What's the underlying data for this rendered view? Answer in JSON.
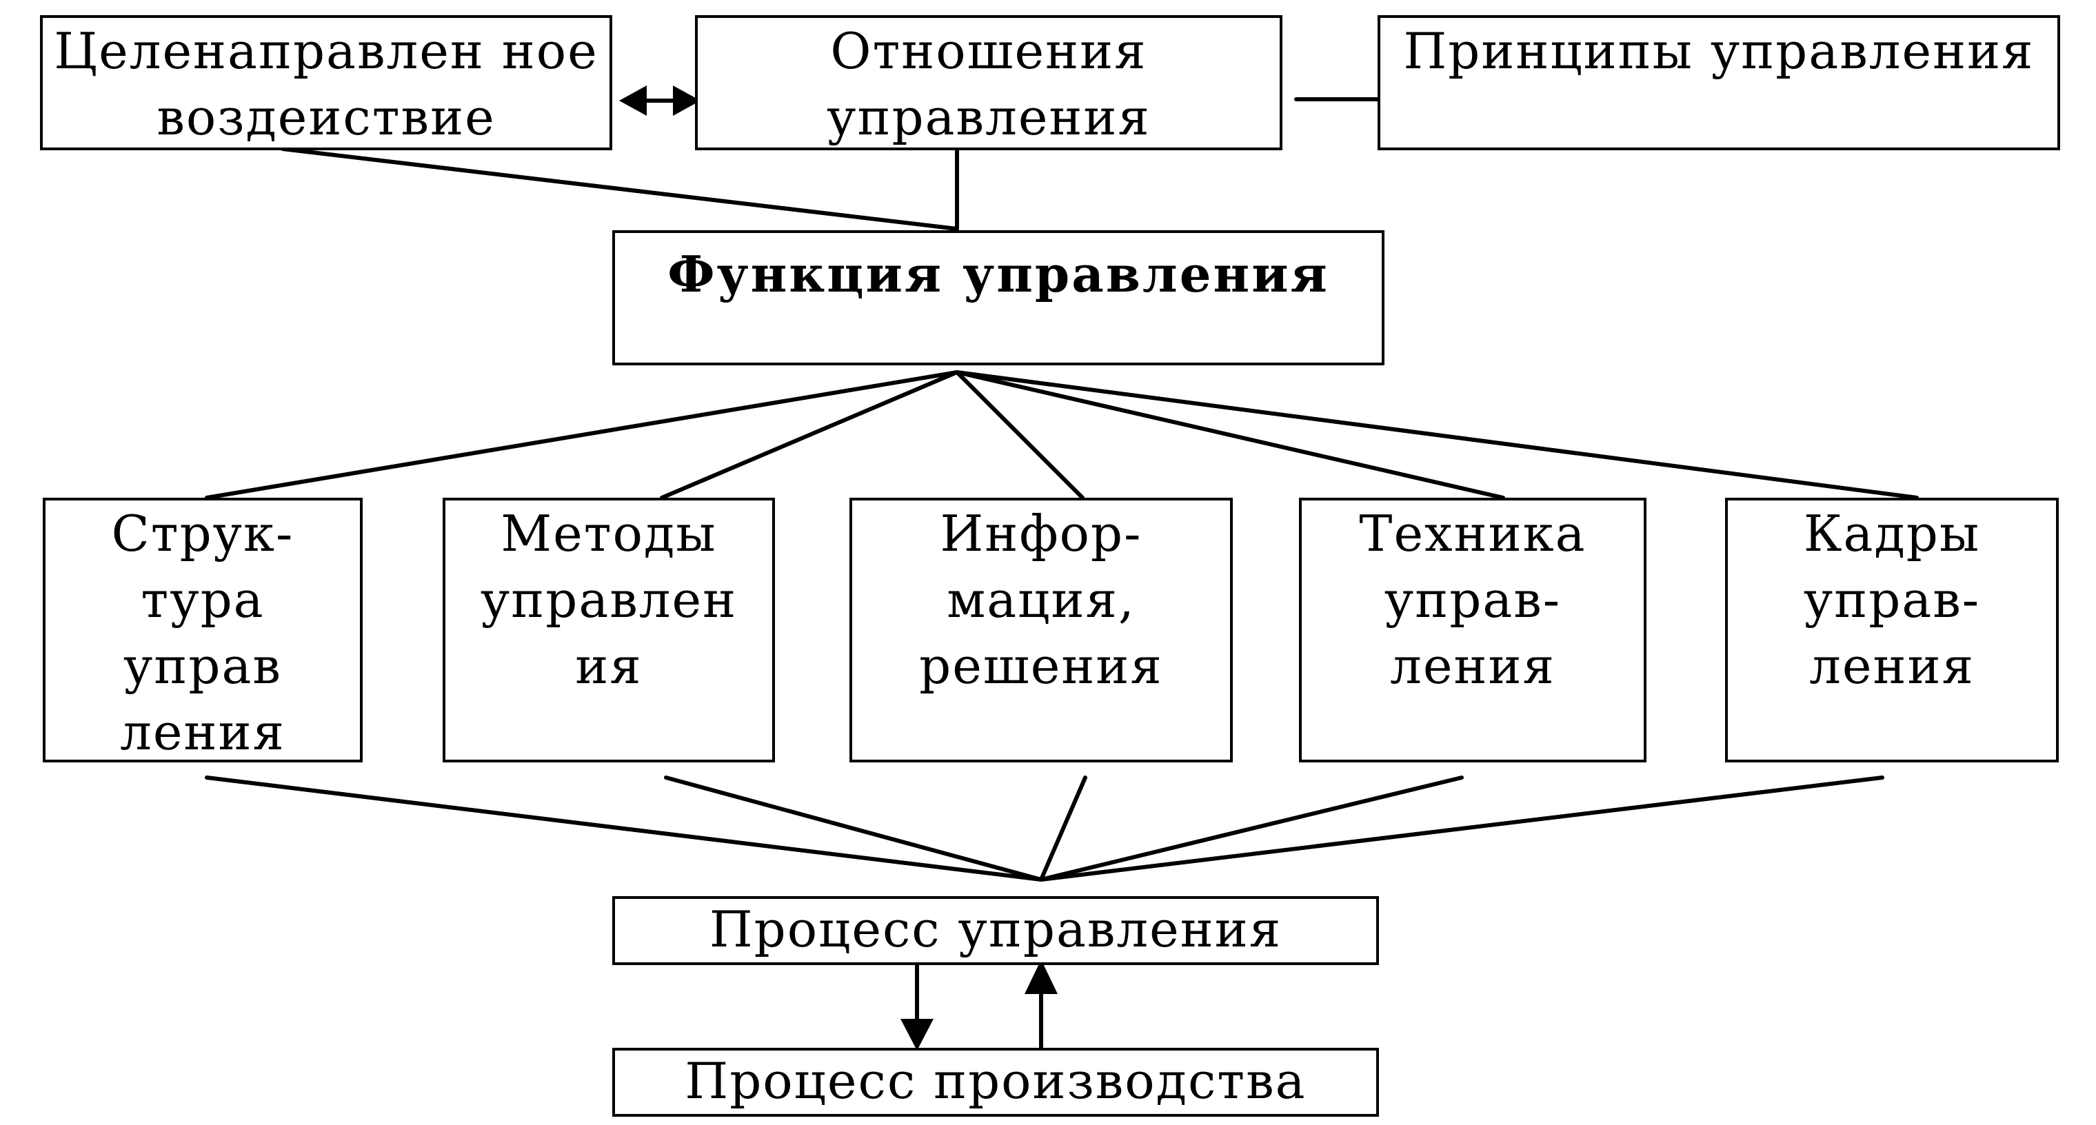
{
  "top": {
    "purposeful_impact": [
      "Целенаправлен ное",
      "воздеиствие"
    ],
    "management_relations": [
      "Отношения",
      "управления"
    ],
    "management_principles": [
      "Принципы управления"
    ]
  },
  "center": {
    "management_function": "Функция управления"
  },
  "components": {
    "structure": [
      "Струк-",
      "тура",
      "управ",
      "ления"
    ],
    "methods": [
      "Методы",
      "управлен",
      "ия"
    ],
    "information": [
      "Инфор-",
      "мация,",
      "решения"
    ],
    "technique": [
      "Техника",
      "управ-",
      "ления"
    ],
    "personnel": [
      "Кадры",
      "управ-",
      "ления"
    ]
  },
  "bottom": {
    "management_process": "Процесс управления",
    "production_process": "Процесс производства"
  }
}
